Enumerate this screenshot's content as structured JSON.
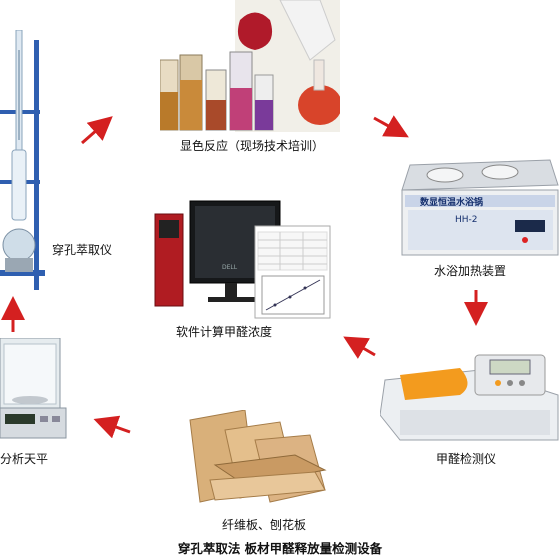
{
  "diagram": {
    "title": "穿孔萃取法 板材甲醛释放量检测设备",
    "steps": [
      {
        "id": "extractor",
        "label": "穿孔萃取仪",
        "icon": "extraction-apparatus-icon"
      },
      {
        "id": "color",
        "label": "显色反应（现场技术培训）",
        "icon": "glassware-icon"
      },
      {
        "id": "waterbath",
        "label": "水浴加热装置",
        "icon": "water-bath-icon"
      },
      {
        "id": "detector",
        "label": "甲醛检测仪",
        "icon": "spectrophotometer-icon"
      },
      {
        "id": "boards",
        "label": "纤维板、刨花板",
        "icon": "wood-boards-icon"
      },
      {
        "id": "balance",
        "label": "分析天平",
        "icon": "analytical-balance-icon"
      },
      {
        "id": "software",
        "label": "软件计算甲醛浓度",
        "icon": "computer-icon"
      }
    ],
    "monitor_brand": "DELL",
    "bath_panel_text": "数显恒温水浴锅",
    "bath_model": "HH-2",
    "arrow_color": "#d42020"
  }
}
